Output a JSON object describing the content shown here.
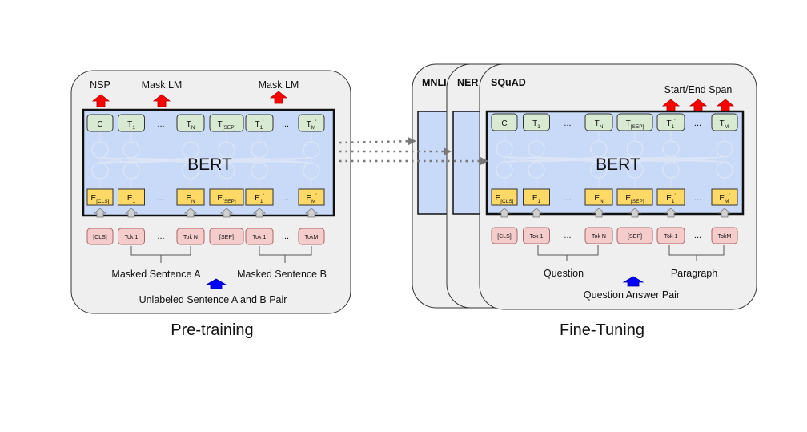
{
  "pretraining": {
    "caption": "Pre-training",
    "bert_label": "BERT",
    "heads": {
      "nsp": "NSP",
      "mask_lm_1": "Mask LM",
      "mask_lm_2": "Mask LM"
    },
    "outputs": [
      {
        "main": "C",
        "sub": ""
      },
      {
        "main": "T",
        "sub": "1"
      },
      {
        "main": "T",
        "sub": "N"
      },
      {
        "main": "T",
        "sub": "[SEP]"
      },
      {
        "main": "T",
        "sub": "1",
        "prime": "'"
      },
      {
        "main": "T",
        "sub": "M",
        "prime": "'"
      }
    ],
    "embeddings": [
      {
        "main": "E",
        "sub": "[CLS]"
      },
      {
        "main": "E",
        "sub": "1"
      },
      {
        "main": "E",
        "sub": "N"
      },
      {
        "main": "E",
        "sub": "[SEP]"
      },
      {
        "main": "E",
        "sub": "1",
        "prime": "'"
      },
      {
        "main": "E",
        "sub": "M",
        "prime": "'"
      }
    ],
    "tokens": [
      "[CLS]",
      "Tok 1",
      "Tok N",
      "[SEP]",
      "Tok 1",
      "TokM"
    ],
    "ellipsis": "...",
    "sentence_a": "Masked Sentence A",
    "sentence_b": "Masked Sentence B",
    "pair_label": "Unlabeled Sentence A and B Pair"
  },
  "finetuning": {
    "caption": "Fine-Tuning",
    "task_mnli": "MNLI",
    "task_ner": "NER",
    "task_squad": "SQuAD",
    "bert_label": "BERT",
    "span_label": "Start/End Span",
    "outputs": [
      {
        "main": "C",
        "sub": ""
      },
      {
        "main": "T",
        "sub": "1"
      },
      {
        "main": "T",
        "sub": "N"
      },
      {
        "main": "T",
        "sub": "[SEP]"
      },
      {
        "main": "T",
        "sub": "1",
        "prime": "'"
      },
      {
        "main": "T",
        "sub": "M",
        "prime": "'"
      }
    ],
    "embeddings": [
      {
        "main": "E",
        "sub": "[CLS]"
      },
      {
        "main": "E",
        "sub": "1"
      },
      {
        "main": "E",
        "sub": "N"
      },
      {
        "main": "E",
        "sub": "[SEP]"
      },
      {
        "main": "E",
        "sub": "1",
        "prime": "'"
      },
      {
        "main": "E",
        "sub": "M",
        "prime": "'"
      }
    ],
    "tokens": [
      "[CLS]",
      "Tok 1",
      "Tok N",
      "[SEP]",
      "Tok 1",
      "TokM"
    ],
    "ellipsis": "...",
    "question_label": "Question",
    "paragraph_label": "Paragraph",
    "pair_label": "Question Answer Pair"
  },
  "colors": {
    "panel_fill": "#efefef",
    "bert_fill": "#c9daf8",
    "output_fill": "#d9ead3",
    "embedding_fill": "#ffd966",
    "token_fill": "#f4cccc",
    "red_arrow": "#ff0000",
    "blue_arrow": "#0000ff"
  }
}
